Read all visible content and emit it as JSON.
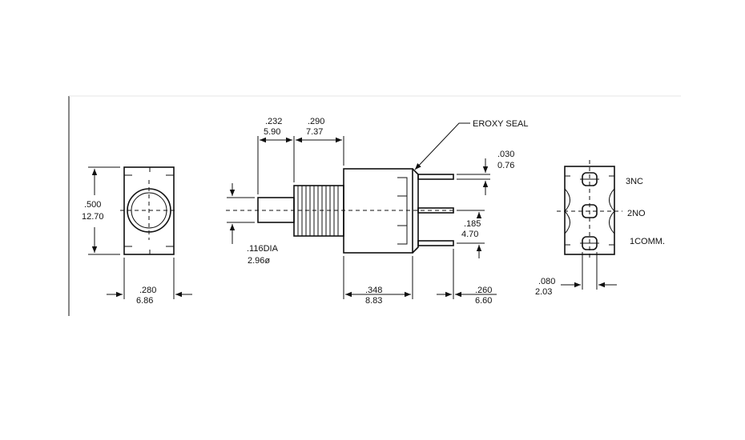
{
  "front_view": {
    "height_in": ".500",
    "height_mm": "12.70",
    "width_in": ".280",
    "width_mm": "6.86"
  },
  "side_view": {
    "seal_label": "EROXY SEAL",
    "actuator_len_in": ".232",
    "actuator_len_mm": "5.90",
    "bushing_len_in": ".290",
    "bushing_len_mm": "7.37",
    "actuator_dia_in": ".116DIA",
    "actuator_dia_mm": "2.96ø",
    "body_len_in": ".348",
    "body_len_mm": "8.83",
    "terminal_len_in": ".260",
    "terminal_len_mm": "6.60",
    "terminal_thk_in": ".030",
    "terminal_thk_mm": "0.76",
    "terminal_pitch_in": ".185",
    "terminal_pitch_mm": "4.70"
  },
  "rear_view": {
    "pin3": "3NC",
    "pin2": "2NO",
    "pin1": "1COMM.",
    "pin_width_in": ".080",
    "pin_width_mm": "2.03"
  }
}
